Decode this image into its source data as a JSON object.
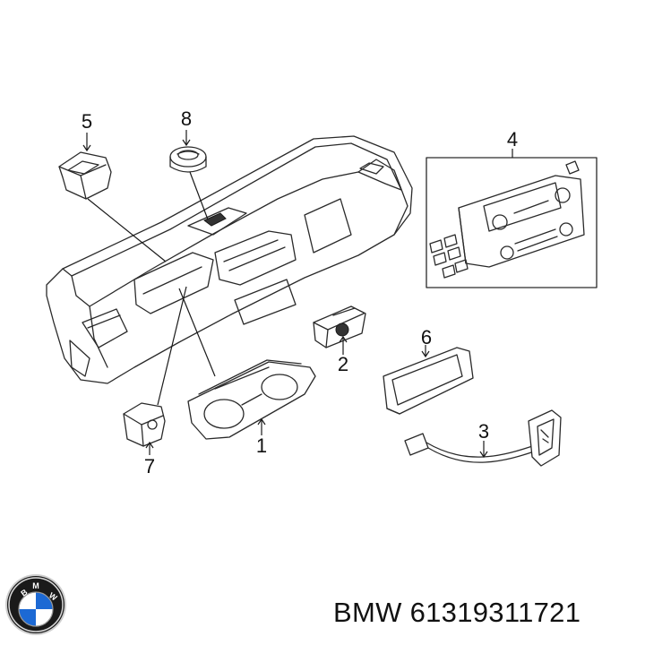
{
  "callouts": [
    {
      "id": "1",
      "label": "1"
    },
    {
      "id": "2",
      "label": "2"
    },
    {
      "id": "3",
      "label": "3"
    },
    {
      "id": "4",
      "label": "4"
    },
    {
      "id": "5",
      "label": "5"
    },
    {
      "id": "6",
      "label": "6"
    },
    {
      "id": "7",
      "label": "7"
    },
    {
      "id": "8",
      "label": "8"
    }
  ],
  "caption": {
    "brand": "BMW",
    "part_number": "61319311721"
  },
  "logo": {
    "icon": "bmw-roundel-icon",
    "letters": "BMW",
    "colors": {
      "ring": "#1a1a1a",
      "blue": "#1c69d4",
      "white": "#ffffff"
    }
  }
}
